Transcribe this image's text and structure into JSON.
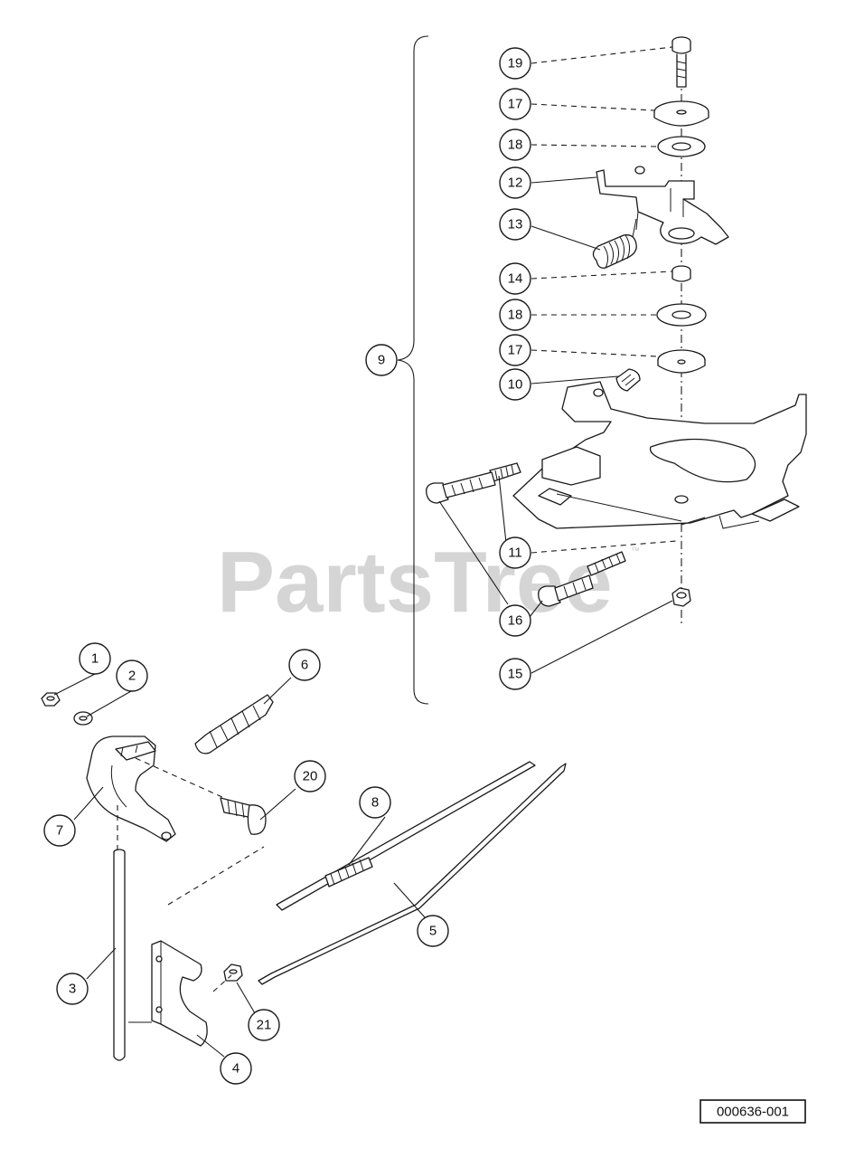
{
  "watermark": {
    "text": "PartsTree",
    "mark": "™"
  },
  "drawing_code": "000636-001",
  "callouts": [
    "1",
    "2",
    "3",
    "4",
    "5",
    "6",
    "7",
    "8",
    "9",
    "10",
    "11",
    "12",
    "13",
    "14",
    "15",
    "16",
    "17",
    "17",
    "18",
    "18",
    "19",
    "20",
    "21"
  ]
}
